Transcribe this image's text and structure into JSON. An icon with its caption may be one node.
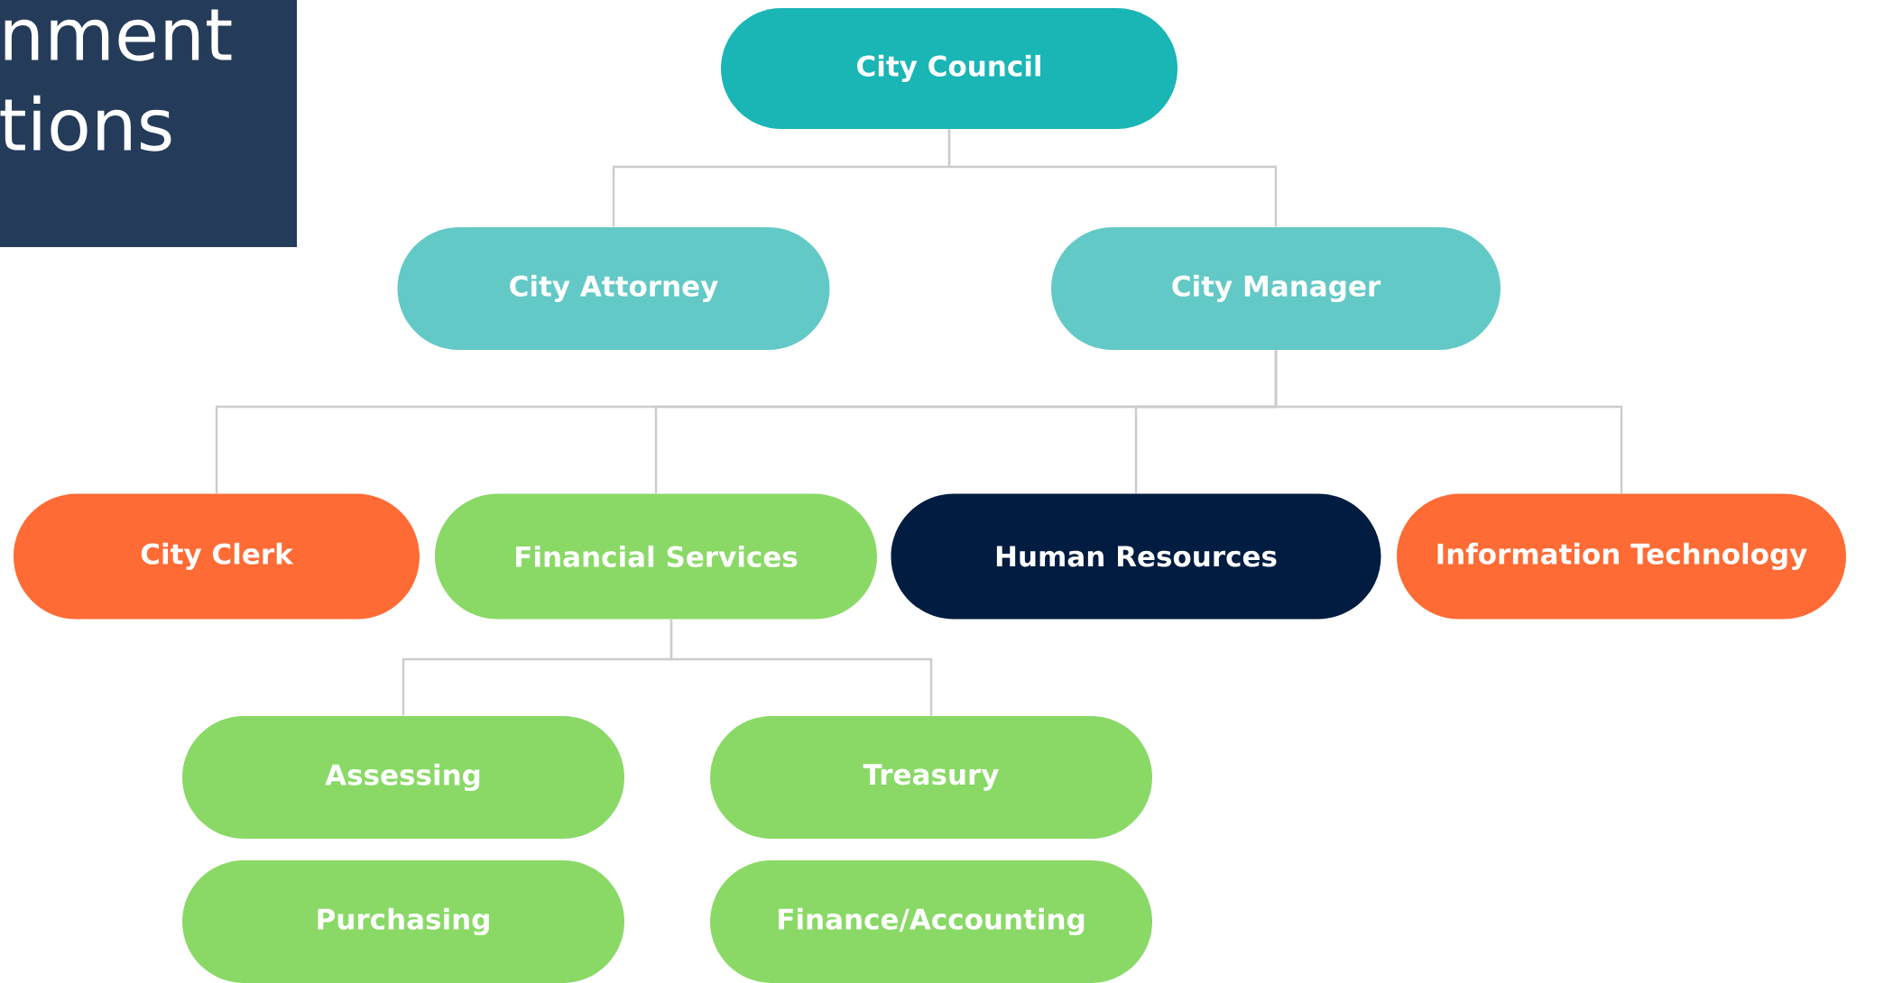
{
  "diagram": {
    "title": "nment tions",
    "nodes": [
      {
        "text": [
          "City Council"
        ]
      },
      {
        "text": [
          "City Attorney"
        ]
      },
      {
        "text": [
          "City Manager"
        ]
      },
      {
        "text": [
          "City Clerk"
        ]
      },
      {
        "text": [
          "Financial Services"
        ]
      },
      {
        "text": [
          "Human Resources"
        ]
      },
      {
        "text": [
          "Information Technology"
        ]
      },
      {
        "text": [
          "Assessing"
        ]
      },
      {
        "text": [
          "Treasury"
        ]
      },
      {
        "text": [
          "Purchasing"
        ]
      },
      {
        "text": [
          "Finance/Accounting"
        ]
      }
    ],
    "edges": [
      {
        "from": 0,
        "to": 1,
        "arrow": "none"
      },
      {
        "from": 0,
        "to": 2,
        "arrow": "none"
      },
      {
        "from": 2,
        "to": 3,
        "arrow": "none"
      },
      {
        "from": 2,
        "to": 4,
        "arrow": "none"
      },
      {
        "from": 2,
        "to": 5,
        "arrow": "none"
      },
      {
        "from": 2,
        "to": 6,
        "arrow": "none"
      },
      {
        "from": 4,
        "to": 7,
        "arrow": "none"
      },
      {
        "from": 4,
        "to": 8,
        "arrow": "none"
      }
    ]
  }
}
